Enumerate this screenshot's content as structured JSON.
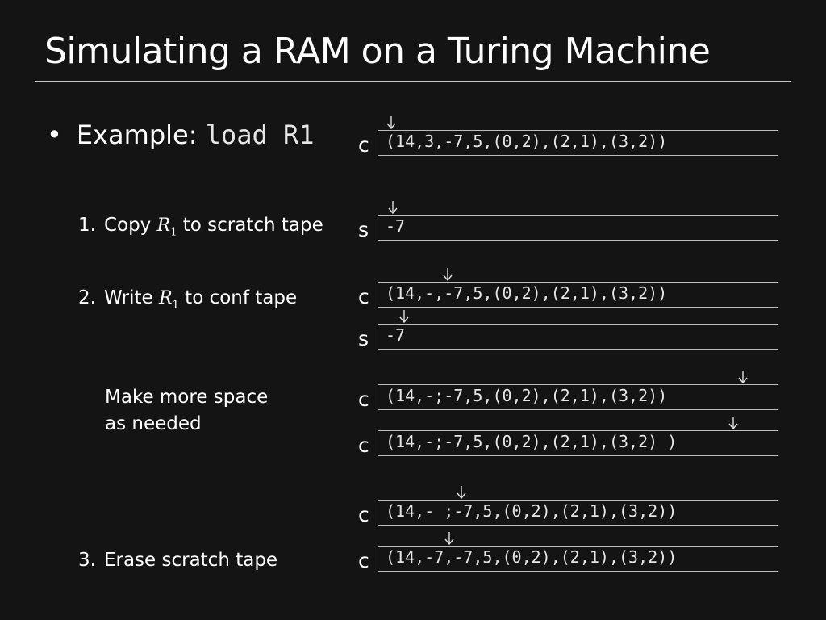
{
  "slide": {
    "title": "Simulating a RAM on a Turing Machine"
  },
  "bullet": {
    "marker": "•",
    "label": "Example:",
    "code": "load R1"
  },
  "steps": {
    "s1": {
      "num": "1.",
      "pre": "Copy",
      "reg": "R",
      "sub": "1",
      "post": "to scratch tape"
    },
    "s2": {
      "num": "2.",
      "pre": "Write",
      "reg": "R",
      "sub": "1",
      "post": "to conf tape"
    },
    "note1": "Make more space",
    "note2": "as needed",
    "s3": {
      "num": "3.",
      "text": "Erase scratch tape"
    }
  },
  "tapes": [
    {
      "label": "c",
      "content": "(14,3,-7,5,(0,2),(2,1),(3,2))"
    },
    {
      "label": "s",
      "content": "-7"
    },
    {
      "label": "c",
      "content": "(14,-,-7,5,(0,2),(2,1),(3,2))"
    },
    {
      "label": "s",
      "content": "-7"
    },
    {
      "label": "c",
      "content": "(14,-;-7,5,(0,2),(2,1),(3,2))"
    },
    {
      "label": "c",
      "content": "(14,-;-7,5,(0,2),(2,1),(3,2) )"
    },
    {
      "label": "c",
      "content": "(14,- ;-7,5,(0,2),(2,1),(3,2))"
    },
    {
      "label": "c",
      "content": "(14,-7,-7,5,(0,2),(2,1),(3,2))"
    }
  ],
  "icons": {
    "tape_head": "down-arrow-icon"
  }
}
